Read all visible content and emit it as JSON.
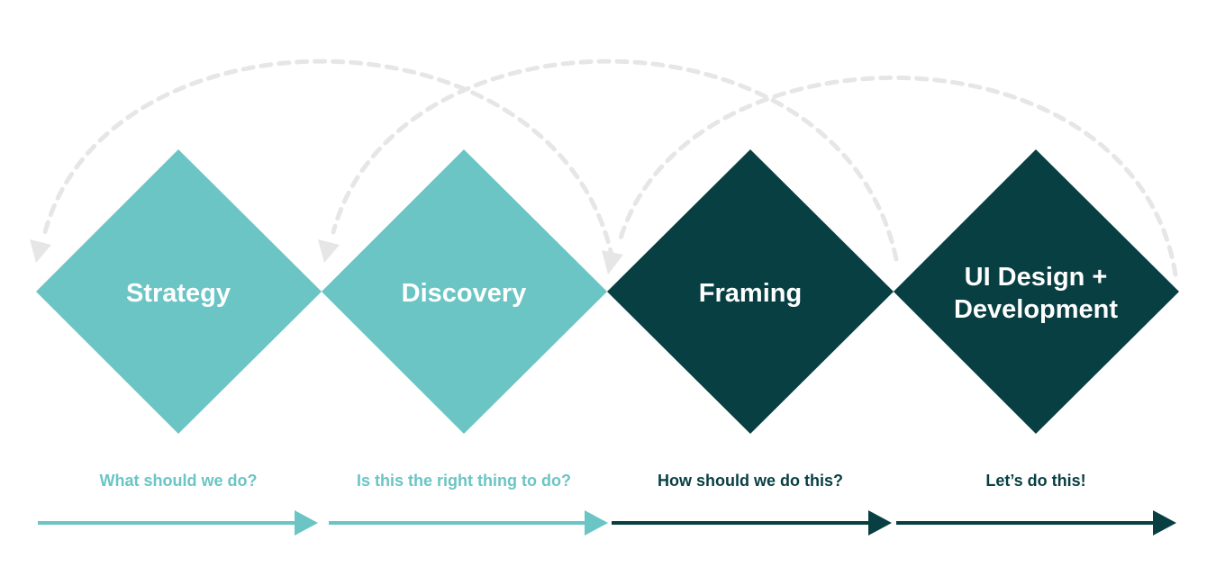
{
  "colors": {
    "light": "#6AC5C4",
    "dark": "#073F42",
    "loop": "#E6E6E6",
    "background": "#FFFFFF"
  },
  "stages": [
    {
      "title_lines": [
        "Strategy"
      ],
      "question": "What should we do?",
      "tone": "light"
    },
    {
      "title_lines": [
        "Discovery"
      ],
      "question": "Is this the right thing to do?",
      "tone": "light"
    },
    {
      "title_lines": [
        "Framing"
      ],
      "question": "How should we do this?",
      "tone": "dark"
    },
    {
      "title_lines": [
        "UI Design +",
        "Development"
      ],
      "question": "Let’s do this!",
      "tone": "dark"
    }
  ]
}
